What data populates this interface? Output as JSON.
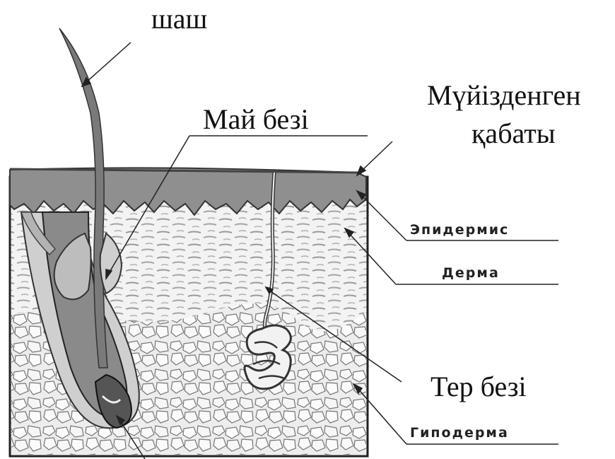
{
  "labels": {
    "hair": "шаш",
    "sebaceous_gland": "Май безі",
    "stratum_corneum_line1": "Мүйізденген",
    "stratum_corneum_line2": "қабаты",
    "epidermis": "Эпидермис",
    "dermis": "Дерма",
    "sweat_gland": "Тер безі",
    "hypodermis": "Гиподерма"
  },
  "colors": {
    "epidermis": "#8f8f8f",
    "dermis_bg": "#f2f2f2",
    "hypodermis_bg": "#e9e9e9",
    "line": "#222222"
  }
}
